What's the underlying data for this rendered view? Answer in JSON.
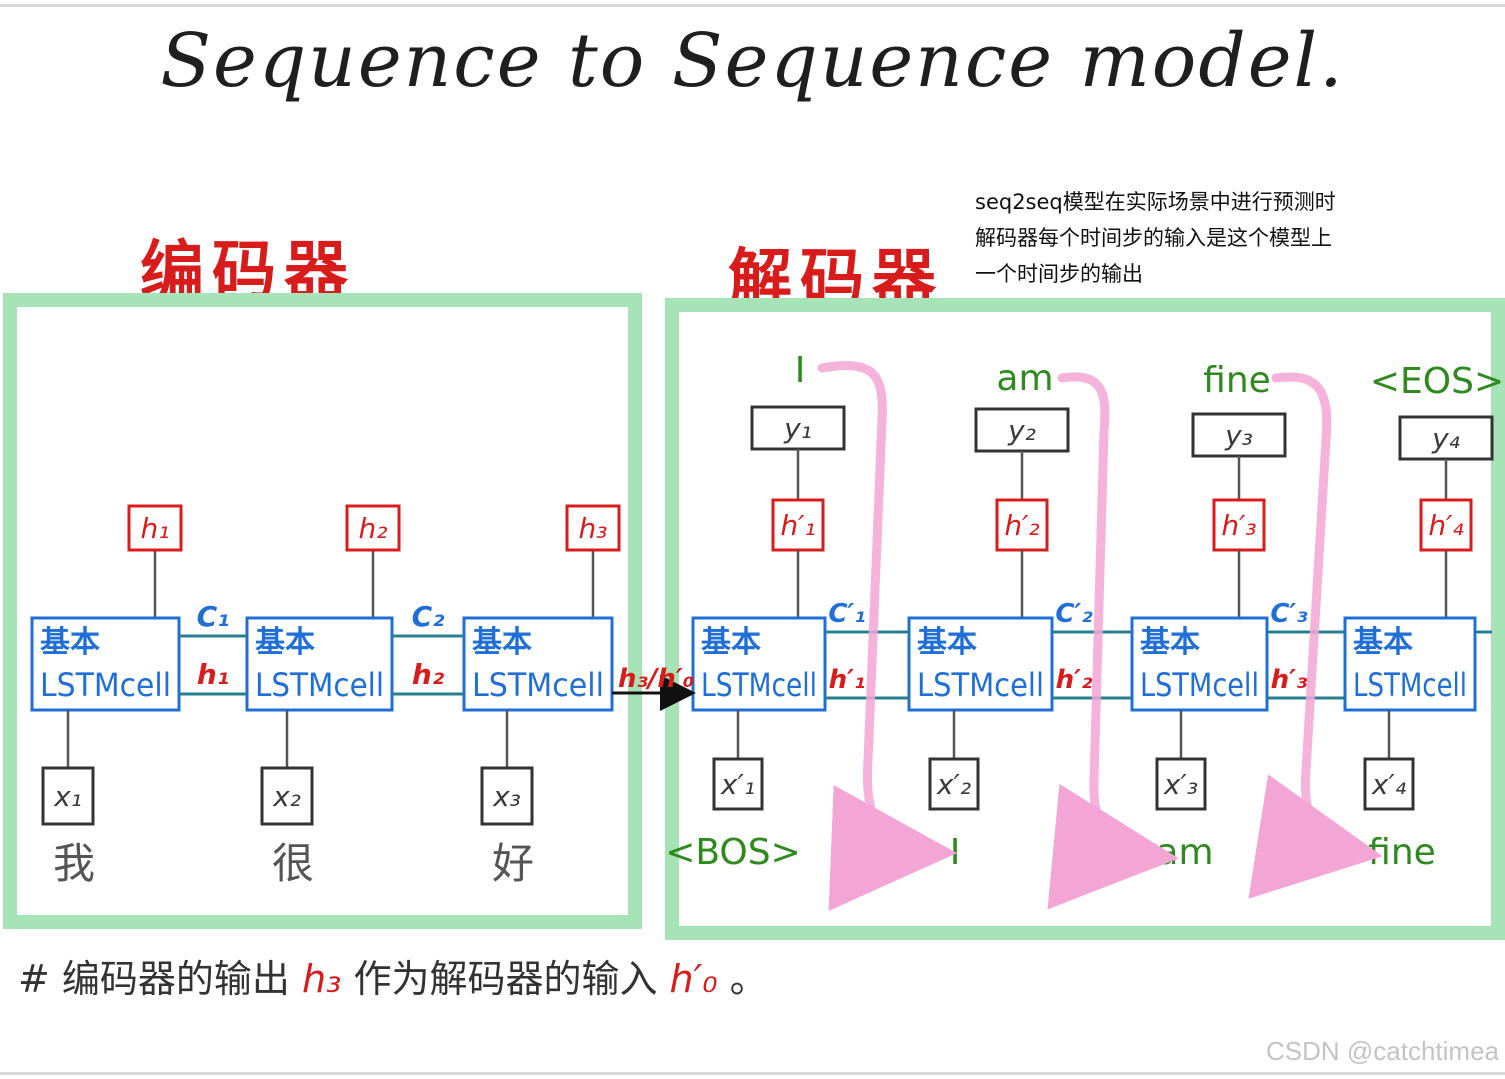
{
  "title": "Sequence to Sequence model.",
  "sections": {
    "encoder": "编码器",
    "decoder": "解码器"
  },
  "note": {
    "lines": [
      "seq2seq模型在实际场景中进行预测时",
      "解码器每个时间步的输入是这个模型上",
      "一个时间步的输出"
    ]
  },
  "encoder": {
    "cells": [
      {
        "label_top": "基本",
        "label_bottom": "LSTMcell",
        "hidden": "h₁",
        "input": "x₁",
        "word": "我"
      },
      {
        "label_top": "基本",
        "label_bottom": "LSTMcell",
        "hidden": "h₂",
        "input": "x₂",
        "word": "很"
      },
      {
        "label_top": "基本",
        "label_bottom": "LSTMcell",
        "hidden": "h₃",
        "input": "x₃",
        "word": "好"
      }
    ],
    "links": [
      {
        "c": "C₁",
        "h": "h₁"
      },
      {
        "c": "C₂",
        "h": "h₂"
      }
    ]
  },
  "bridge_label": "h₃/h′₀",
  "decoder": {
    "cells": [
      {
        "label_top": "基本",
        "label_bottom": "LSTMcell",
        "hidden": "h′₁",
        "output": "y₁",
        "output_word": "I",
        "input": "x′₁",
        "input_word": "<BOS>"
      },
      {
        "label_top": "基本",
        "label_bottom": "LSTMcell",
        "hidden": "h′₂",
        "output": "y₂",
        "output_word": "am",
        "input": "x′₂",
        "input_word": "I"
      },
      {
        "label_top": "基本",
        "label_bottom": "LSTMcell",
        "hidden": "h′₃",
        "output": "y₃",
        "output_word": "fine",
        "input": "x′₃",
        "input_word": "am"
      },
      {
        "label_top": "基本",
        "label_bottom": "LSTMcell",
        "hidden": "h′₄",
        "output": "y₄",
        "output_word": "<EOS>",
        "input": "x′₄",
        "input_word": "fine"
      }
    ],
    "links": [
      {
        "c": "C′₁",
        "h": "h′₁"
      },
      {
        "c": "C′₂",
        "h": "h′₂"
      },
      {
        "c": "C′₃",
        "h": "h′₃"
      }
    ]
  },
  "footer": {
    "prefix": "# 编码器的输出",
    "h3": "h₃",
    "middle": "作为解码器的输入",
    "h0": "h′₀",
    "suffix": "。"
  },
  "watermark": "CSDN @catchtimea",
  "colors": {
    "cell_border": "#1f6fd6",
    "cell_text": "#1f6fd6",
    "hidden_box": "#d81c1c",
    "frame": "#9fe0b0",
    "link": "#2a7f8f",
    "arrow_pink": "#f3a6d6",
    "word_green": "#2f8a1e",
    "ink": "#3a3a3a"
  }
}
